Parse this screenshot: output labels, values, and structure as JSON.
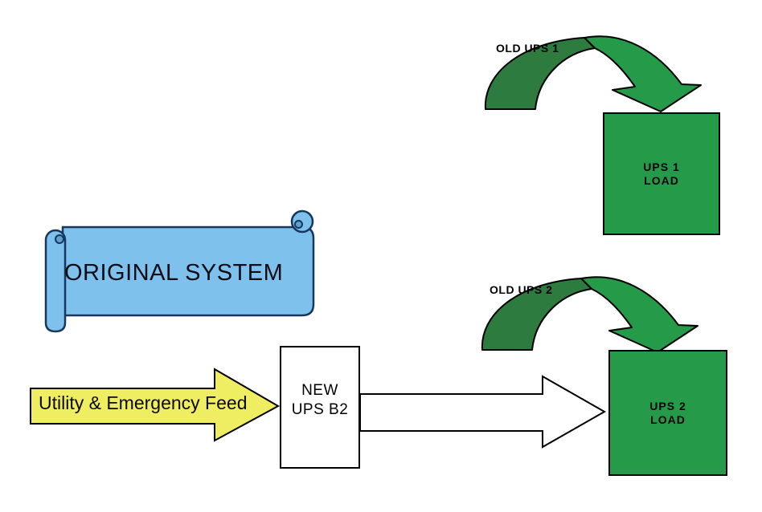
{
  "banner": {
    "label": "ORIGINAL SYSTEM"
  },
  "feed_arrow": {
    "label": "Utility & Emergency Feed"
  },
  "new_ups": {
    "line1": "NEW",
    "line2": "UPS B2"
  },
  "old_ups_1": {
    "label": "OLD UPS 1"
  },
  "old_ups_2": {
    "label": "OLD UPS 2"
  },
  "ups1_load": {
    "line1": "UPS 1",
    "line2": "LOAD"
  },
  "ups2_load": {
    "line1": "UPS 2",
    "line2": "LOAD"
  },
  "colors": {
    "green": "#259A48",
    "green_dark": "#2D7B3E",
    "yellow": "#EFEE62",
    "blue": "#7FC1ED",
    "blue_dark": "#5FA0D0",
    "navy": "#17375E",
    "white": "#FFFFFF"
  }
}
